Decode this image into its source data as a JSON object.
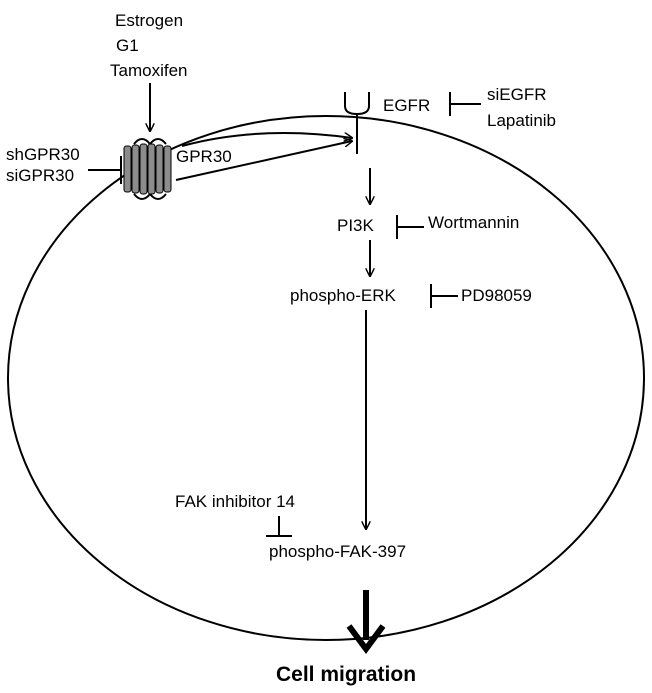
{
  "diagram": {
    "ligands": [
      "Estrogen",
      "G1",
      "Tamoxifen"
    ],
    "gpr_inhibitors": [
      "shGPR30",
      "siGPR30"
    ],
    "receptor_gpr": "GPR30",
    "receptor_egfr": "EGFR",
    "egfr_inhibitors": [
      "siEGFR",
      "Lapatinib"
    ],
    "pi3k": "PI3K",
    "pi3k_inhibitor": "Wortmannin",
    "erk": "phospho-ERK",
    "erk_inhibitor": "PD98059",
    "fak_inhibitor": "FAK inhibitor 14",
    "fak": "phospho-FAK-397",
    "outcome": "Cell migration"
  }
}
